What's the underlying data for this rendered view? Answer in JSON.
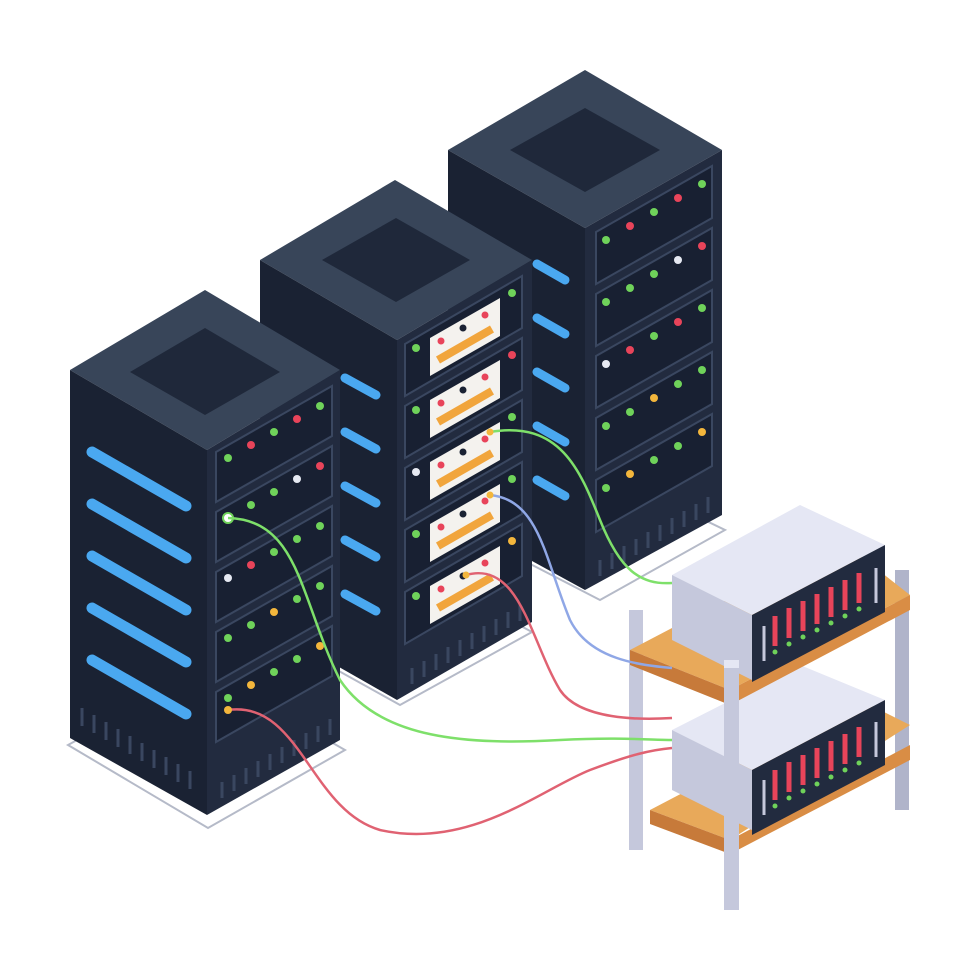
{
  "colors": {
    "background": "#ffffff",
    "rack_front": "#222b3f",
    "rack_side": "#1a2233",
    "rack_top": "#384559",
    "rack_top_inset": "#1f283a",
    "bay": "#182032",
    "bay_outline": "#3a4760",
    "led_green": "#6fd25a",
    "led_red": "#e8445a",
    "led_white": "#e6e9f2",
    "led_yellow": "#f3b63c",
    "vent_blue": "#4aa8f0",
    "panel_white": "#f4f2ee",
    "panel_orange": "#f1a53c",
    "cable_green": "#7ee06a",
    "cable_red": "#e06272",
    "cable_blue": "#8fa7e6",
    "shelf_wood": "#e8a95a",
    "shelf_edge": "#c77a3a",
    "post": "#c5c8dc",
    "device_top": "#e5e7f4",
    "device_side": "#c5c8dc",
    "device_face": "#222b3f",
    "floor_line": "#b5bac8"
  },
  "scene": {
    "racks": [
      {
        "name": "left-rack",
        "units": 5
      },
      {
        "name": "middle-rack",
        "units": 5
      },
      {
        "name": "back-rack",
        "units": 5
      }
    ],
    "shelf_devices": 2,
    "cables": [
      "green",
      "red",
      "green",
      "blue",
      "red"
    ]
  }
}
